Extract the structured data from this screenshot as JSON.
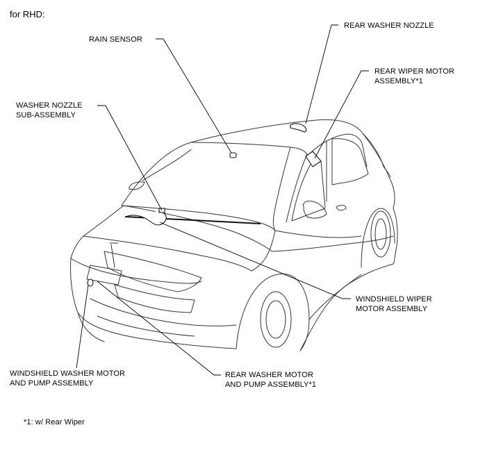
{
  "header": {
    "title": "for RHD:"
  },
  "labels": {
    "rain_sensor": "RAIN SENSOR",
    "rear_washer_nozzle": "REAR WASHER NOZZLE",
    "rear_wiper_motor": "REAR WIPER MOTOR\nASSEMBLY*1",
    "washer_nozzle": "WASHER NOZZLE\nSUB-ASSEMBLY",
    "windshield_wiper_motor": "WINDSHIELD WIPER\nMOTOR ASSEMBLY",
    "windshield_washer_motor": "WINDSHIELD WASHER MOTOR\nAND PUMP ASSEMBLY",
    "rear_washer_motor": "REAR WASHER MOTOR\nAND PUMP ASSEMBLY*1"
  },
  "footnote": "*1: w/ Rear Wiper"
}
